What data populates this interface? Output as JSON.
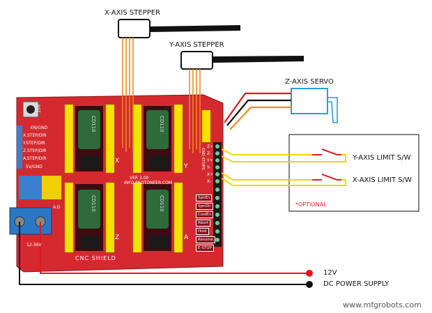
{
  "labels": {
    "x_axis_stepper": "X-AXIS STEPPER",
    "y_axis_stepper": "Y-AXIS STEPPER",
    "z_axis_servo": "Z-AXIS SERVO",
    "y_axis_limit": "Y-AXIS LIMIT S/W",
    "x_axis_limit": "X-AXIS LIMIT S/W",
    "optional": "*OPTIONAL",
    "v12": "12V",
    "dc_power_supply": "DC POWER SUPPLY",
    "watermark": "www.mfgrobots.com"
  },
  "board": {
    "rst": "RST",
    "left_pins": [
      "EN/GND",
      "X.STEP/DIR",
      "Y.STEP/DIR",
      "Z.STEP/DIR",
      "A.STEP/DIR",
      "5V/GND"
    ],
    "end_stops": "END STOPS",
    "endstop_pins": [
      "Z+",
      "Z-",
      "Y+",
      "Y-",
      "X+",
      "X-"
    ],
    "right_pins": [
      "SpnEn",
      "SpnDir",
      "CoolEn",
      "Abort",
      "Hold",
      "Resume",
      "E-STOP"
    ],
    "version": "VER 3.00",
    "website": "INFO.PROTONEER.COM",
    "name": "CNC SHIELD",
    "power": "12-36V",
    "driver_letters": [
      "X",
      "Y",
      "Z",
      "A"
    ],
    "capacitor": "CD110",
    "a_d": "A.D"
  },
  "colors": {
    "board": "#d42a2f",
    "header_yellow": "#f4e300",
    "wire_orange": "#f08a1c",
    "wire_red": "#e0161f",
    "wire_black": "#111111",
    "wire_yellow": "#f2d600",
    "servo_blue": "#2b9bd8",
    "terminal_blue": "#2a78c4"
  }
}
